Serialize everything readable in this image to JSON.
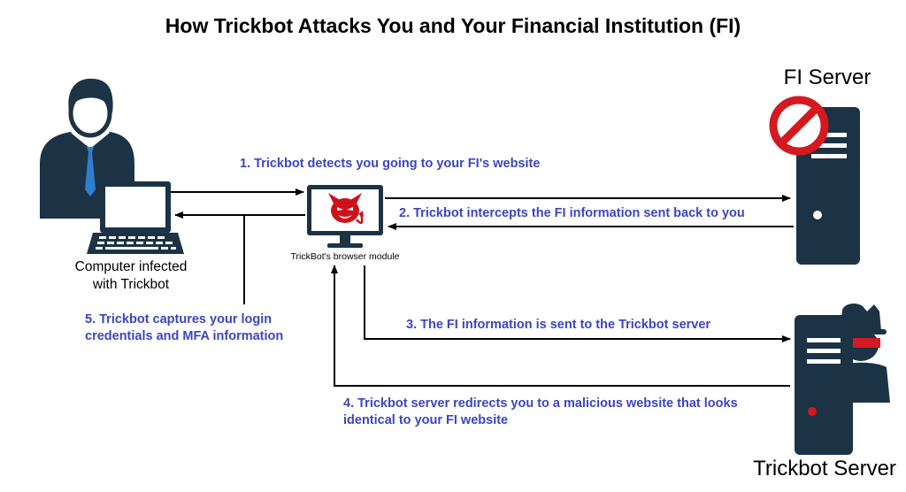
{
  "title": "How Trickbot Attacks You and Your Financial Institution (FI)",
  "colors": {
    "step_text": "#3b45c4",
    "icon_dark": "#1b3344",
    "devil_red": "#cc1218",
    "tie_blue": "#2e7fd0",
    "prohibit_red": "#d41920"
  },
  "nodes": {
    "user": {
      "label_line1": "Computer infected",
      "label_line2": "with Trickbot",
      "icon": "user-computer-icon"
    },
    "browser_module": {
      "label": "TrickBot's browser module",
      "icon": "devil-monitor-icon"
    },
    "fi_server": {
      "label": "FI Server",
      "icon": "blocked-server-icon"
    },
    "trickbot_server": {
      "label": "Trickbot Server",
      "icon": "hacker-server-icon"
    }
  },
  "steps": [
    {
      "line1": "1. Trickbot detects you going to your FI's website",
      "line2": ""
    },
    {
      "line1": "2. Trickbot intercepts the FI information sent back to you",
      "line2": ""
    },
    {
      "line1": "3. The FI information is sent to the Trickbot server",
      "line2": ""
    },
    {
      "line1": "4. Trickbot server redirects you to a malicious website that looks",
      "line2": "identical to your FI website"
    },
    {
      "line1": "5. Trickbot captures your login",
      "line2": "credentials and MFA information"
    }
  ]
}
